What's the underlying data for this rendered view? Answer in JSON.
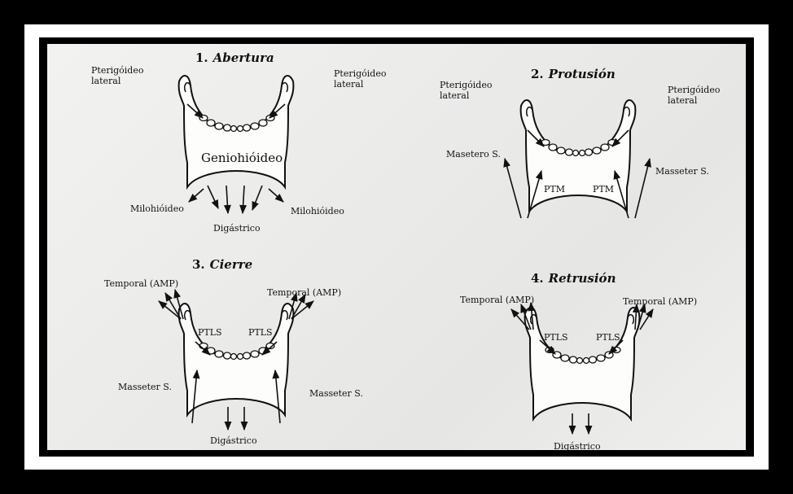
{
  "panels": {
    "abertura": {
      "number": "1.",
      "title": "Abertura",
      "pterigoideo_left": [
        "Pterigóideo",
        "lateral"
      ],
      "pterigoideo_right": [
        "Pterigóideo",
        "lateral"
      ],
      "center": "Geniohióideo",
      "milo_left": "Milohióideo",
      "milo_right": "Milohióideo",
      "digastrico": "Digástrico"
    },
    "protusion": {
      "number": "2.",
      "title": "Protusión",
      "pterigoideo_left": [
        "Pterigóideo",
        "lateral"
      ],
      "pterigoideo_right": [
        "Pterigóideo",
        "lateral"
      ],
      "masetero_left": "Masetero S.",
      "masseter_right": "Masseter S.",
      "ptm_left": "PTM",
      "ptm_right": "PTM"
    },
    "cierre": {
      "number": "3.",
      "title": "Cierre",
      "temporal_left": "Temporal (AMP)",
      "temporal_right": "Temporal (AMP)",
      "ptls_left": "PTLS",
      "ptls_right": "PTLS",
      "masseter_left": "Masseter S.",
      "masseter_right": "Masseter S.",
      "digastrico": "Digástrico"
    },
    "retrusion": {
      "number": "4.",
      "title": "Retrusión",
      "temporal_left": "Temporal (AMP)",
      "temporal_right": "Temporal (AMP)",
      "ptls_left": "PTLS",
      "ptls_right": "PTLS",
      "digastrico": "Digástrico"
    }
  }
}
